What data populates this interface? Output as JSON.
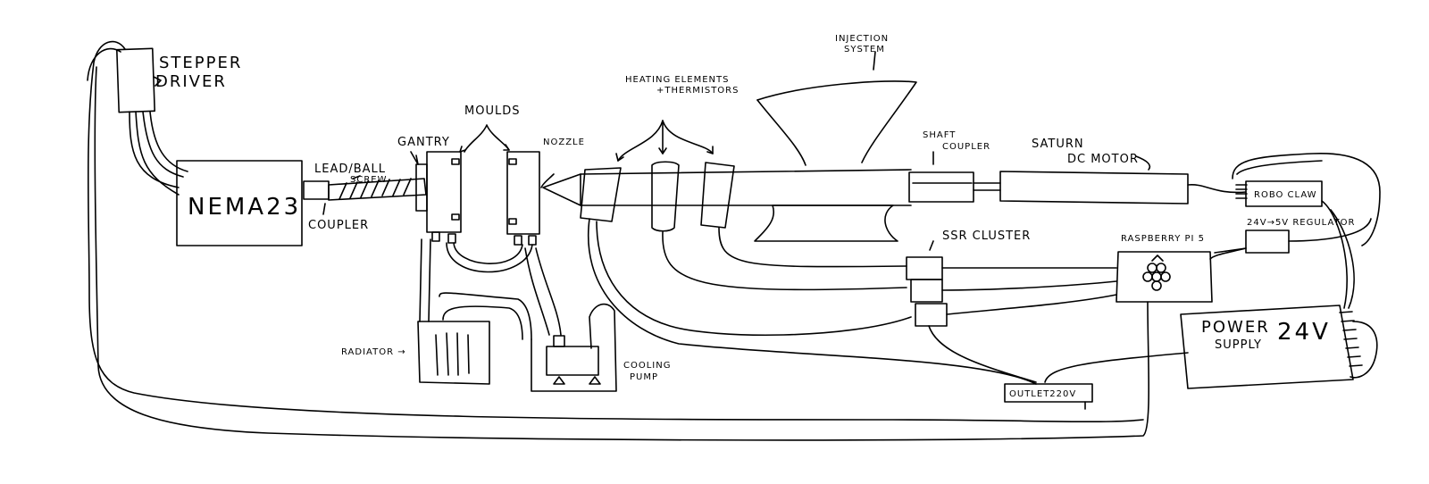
{
  "labels": {
    "stepper_driver_1": "STEPPER",
    "stepper_driver_2": "DRIVER",
    "nema23": "NEMA23",
    "lead_ball_1": "LEAD/BALL",
    "lead_ball_2": "SCREW",
    "coupler": "COUPLER",
    "gantry": "GANTRY",
    "moulds": "MOULDS",
    "nozzle": "NOZZLE",
    "heating_1": "HEATING ELEMENTS",
    "heating_2": "+THERMISTORS",
    "injection_1": "INJECTION",
    "injection_2": "SYSTEM",
    "shaft_1": "SHAFT",
    "shaft_2": "COUPLER",
    "saturn_1": "SATURN",
    "saturn_2": "DC MOTOR",
    "robo_claw": "ROBO CLAW",
    "regulator": "24V→5V REGULATOR",
    "raspberry": "RASPBERRY PI 5",
    "ssr": "SSR CLUSTER",
    "power_1": "POWER",
    "power_2": "SUPPLY",
    "power_3": "24V",
    "radiator": "RADIATOR →",
    "cooling_1": "COOLING",
    "cooling_2": "PUMP",
    "outlet": "OUTLET220V"
  }
}
